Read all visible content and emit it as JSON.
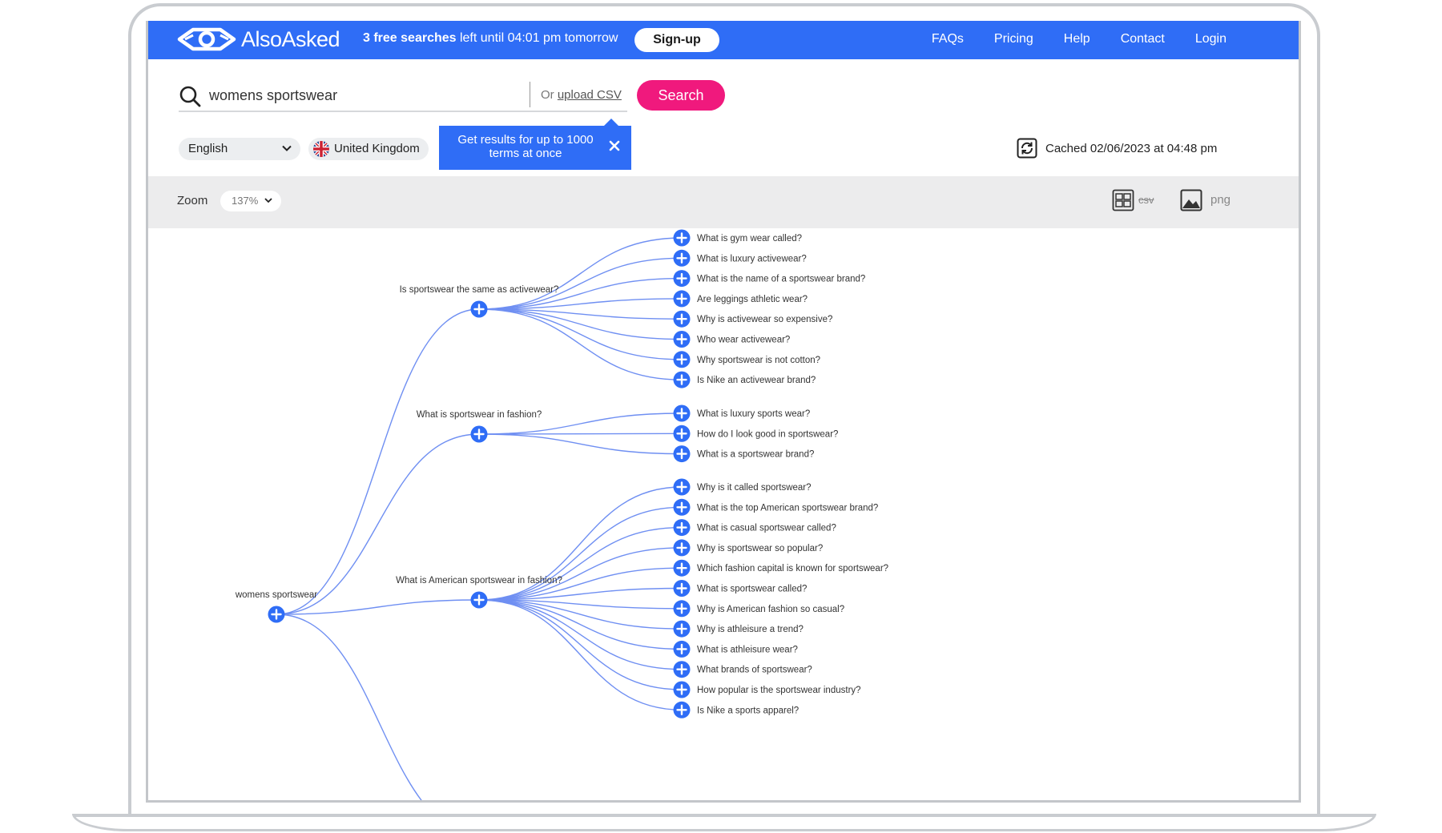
{
  "brand": {
    "name": "AlsoAsked",
    "logo_icon": "eye-logo-icon"
  },
  "topbar": {
    "free_bold": "3 free searches",
    "free_rest": " left until 04:01 pm tomorrow",
    "signup_label": "Sign-up",
    "nav": [
      "FAQs",
      "Pricing",
      "Help",
      "Contact",
      "Login"
    ]
  },
  "search": {
    "value": "womens sportswear",
    "or_text": "Or ",
    "upload_label": "upload CSV",
    "button_label": "Search"
  },
  "filters": {
    "language": "English",
    "country": "United Kingdom"
  },
  "tooltip": {
    "text": "Get results for up to 1000 terms at once"
  },
  "cached": {
    "text": "Cached 02/06/2023 at 04:48 pm"
  },
  "toolbar": {
    "zoom_label": "Zoom",
    "zoom_value": "137%",
    "csv_label": "csv",
    "png_label": "png"
  },
  "colors": {
    "accent": "#2f6df6",
    "search_button": "#f0197d",
    "edge": "#6f8ff2"
  },
  "mindmap": {
    "root": "womens sportswear",
    "branches": [
      {
        "question": "Is sportswear the same as activewear?",
        "children": [
          "What is gym wear called?",
          "What is luxury activewear?",
          "What is the name of a sportswear brand?",
          "Are leggings athletic wear?",
          "Why is activewear so expensive?",
          "Who wear activewear?",
          "Why sportswear is not cotton?",
          "Is Nike an activewear brand?"
        ]
      },
      {
        "question": "What is sportswear in fashion?",
        "children": [
          "What is luxury sports wear?",
          "How do I look good in sportswear?",
          "What is a sportswear brand?"
        ]
      },
      {
        "question": "What is American sportswear in fashion?",
        "children": [
          "Why is it called sportswear?",
          "What is the top American sportswear brand?",
          "What is casual sportswear called?",
          "Why is sportswear so popular?",
          "Which fashion capital is known for sportswear?",
          "What is sportswear called?",
          "Why is American fashion so casual?",
          "Why is athleisure a trend?",
          "What is athleisure wear?",
          "What brands of sportswear?",
          "How popular is the sportswear industry?",
          "Is Nike a sports apparel?"
        ]
      }
    ]
  }
}
